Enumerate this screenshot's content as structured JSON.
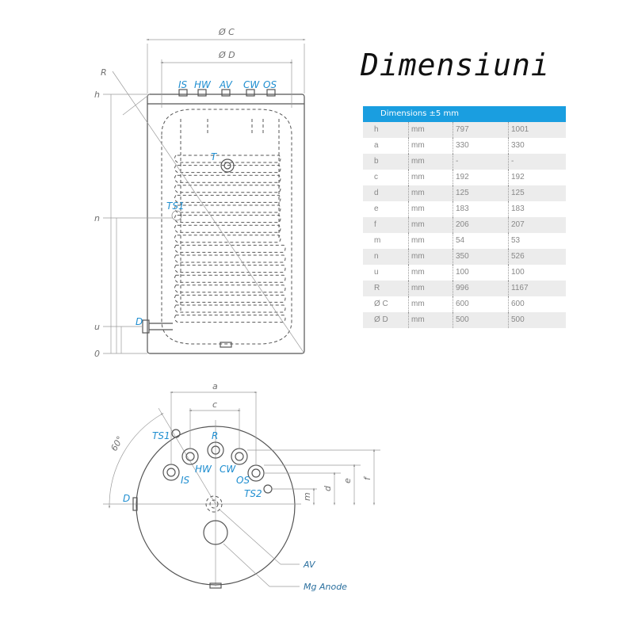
{
  "title": "Dimensiuni",
  "table": {
    "header": "Dimensions ±5 mm",
    "rows": [
      {
        "param": "h",
        "unit": "mm",
        "v1": "797",
        "v2": "1001"
      },
      {
        "param": "a",
        "unit": "mm",
        "v1": "330",
        "v2": "330"
      },
      {
        "param": "b",
        "unit": "mm",
        "v1": "-",
        "v2": "-"
      },
      {
        "param": "c",
        "unit": "mm",
        "v1": "192",
        "v2": "192"
      },
      {
        "param": "d",
        "unit": "mm",
        "v1": "125",
        "v2": "125"
      },
      {
        "param": "e",
        "unit": "mm",
        "v1": "183",
        "v2": "183"
      },
      {
        "param": "f",
        "unit": "mm",
        "v1": "206",
        "v2": "207"
      },
      {
        "param": "m",
        "unit": "mm",
        "v1": "54",
        "v2": "53"
      },
      {
        "param": "n",
        "unit": "mm",
        "v1": "350",
        "v2": "526"
      },
      {
        "param": "u",
        "unit": "mm",
        "v1": "100",
        "v2": "100"
      },
      {
        "param": "R",
        "unit": "mm",
        "v1": "996",
        "v2": "1167"
      },
      {
        "param": "Ø C",
        "unit": "mm",
        "v1": "600",
        "v2": "600"
      },
      {
        "param": "Ø D",
        "unit": "mm",
        "v1": "500",
        "v2": "500"
      }
    ]
  },
  "side_view": {
    "dim_c": "Ø C",
    "dim_d": "Ø D",
    "dim_r": "R",
    "dim_h": "h",
    "dim_n": "n",
    "dim_u": "u",
    "dim_zero": "0",
    "conn_is": "IS",
    "conn_hw": "HW",
    "conn_av": "AV",
    "conn_cw": "CW",
    "conn_os": "OS",
    "conn_t": "T",
    "conn_ts1": "TS1",
    "conn_d": "D"
  },
  "top_view": {
    "dim_a": "a",
    "dim_c": "c",
    "dim_d": "d",
    "dim_e": "e",
    "dim_f": "f",
    "dim_m": "m",
    "angle": "60°",
    "conn_ts1": "TS1",
    "conn_r": "R",
    "conn_hw": "HW",
    "conn_cw": "CW",
    "conn_is": "IS",
    "conn_os": "OS",
    "conn_ts2": "TS2",
    "conn_d": "D",
    "callout_av": "AV",
    "callout_anode": "Mg Anode"
  }
}
